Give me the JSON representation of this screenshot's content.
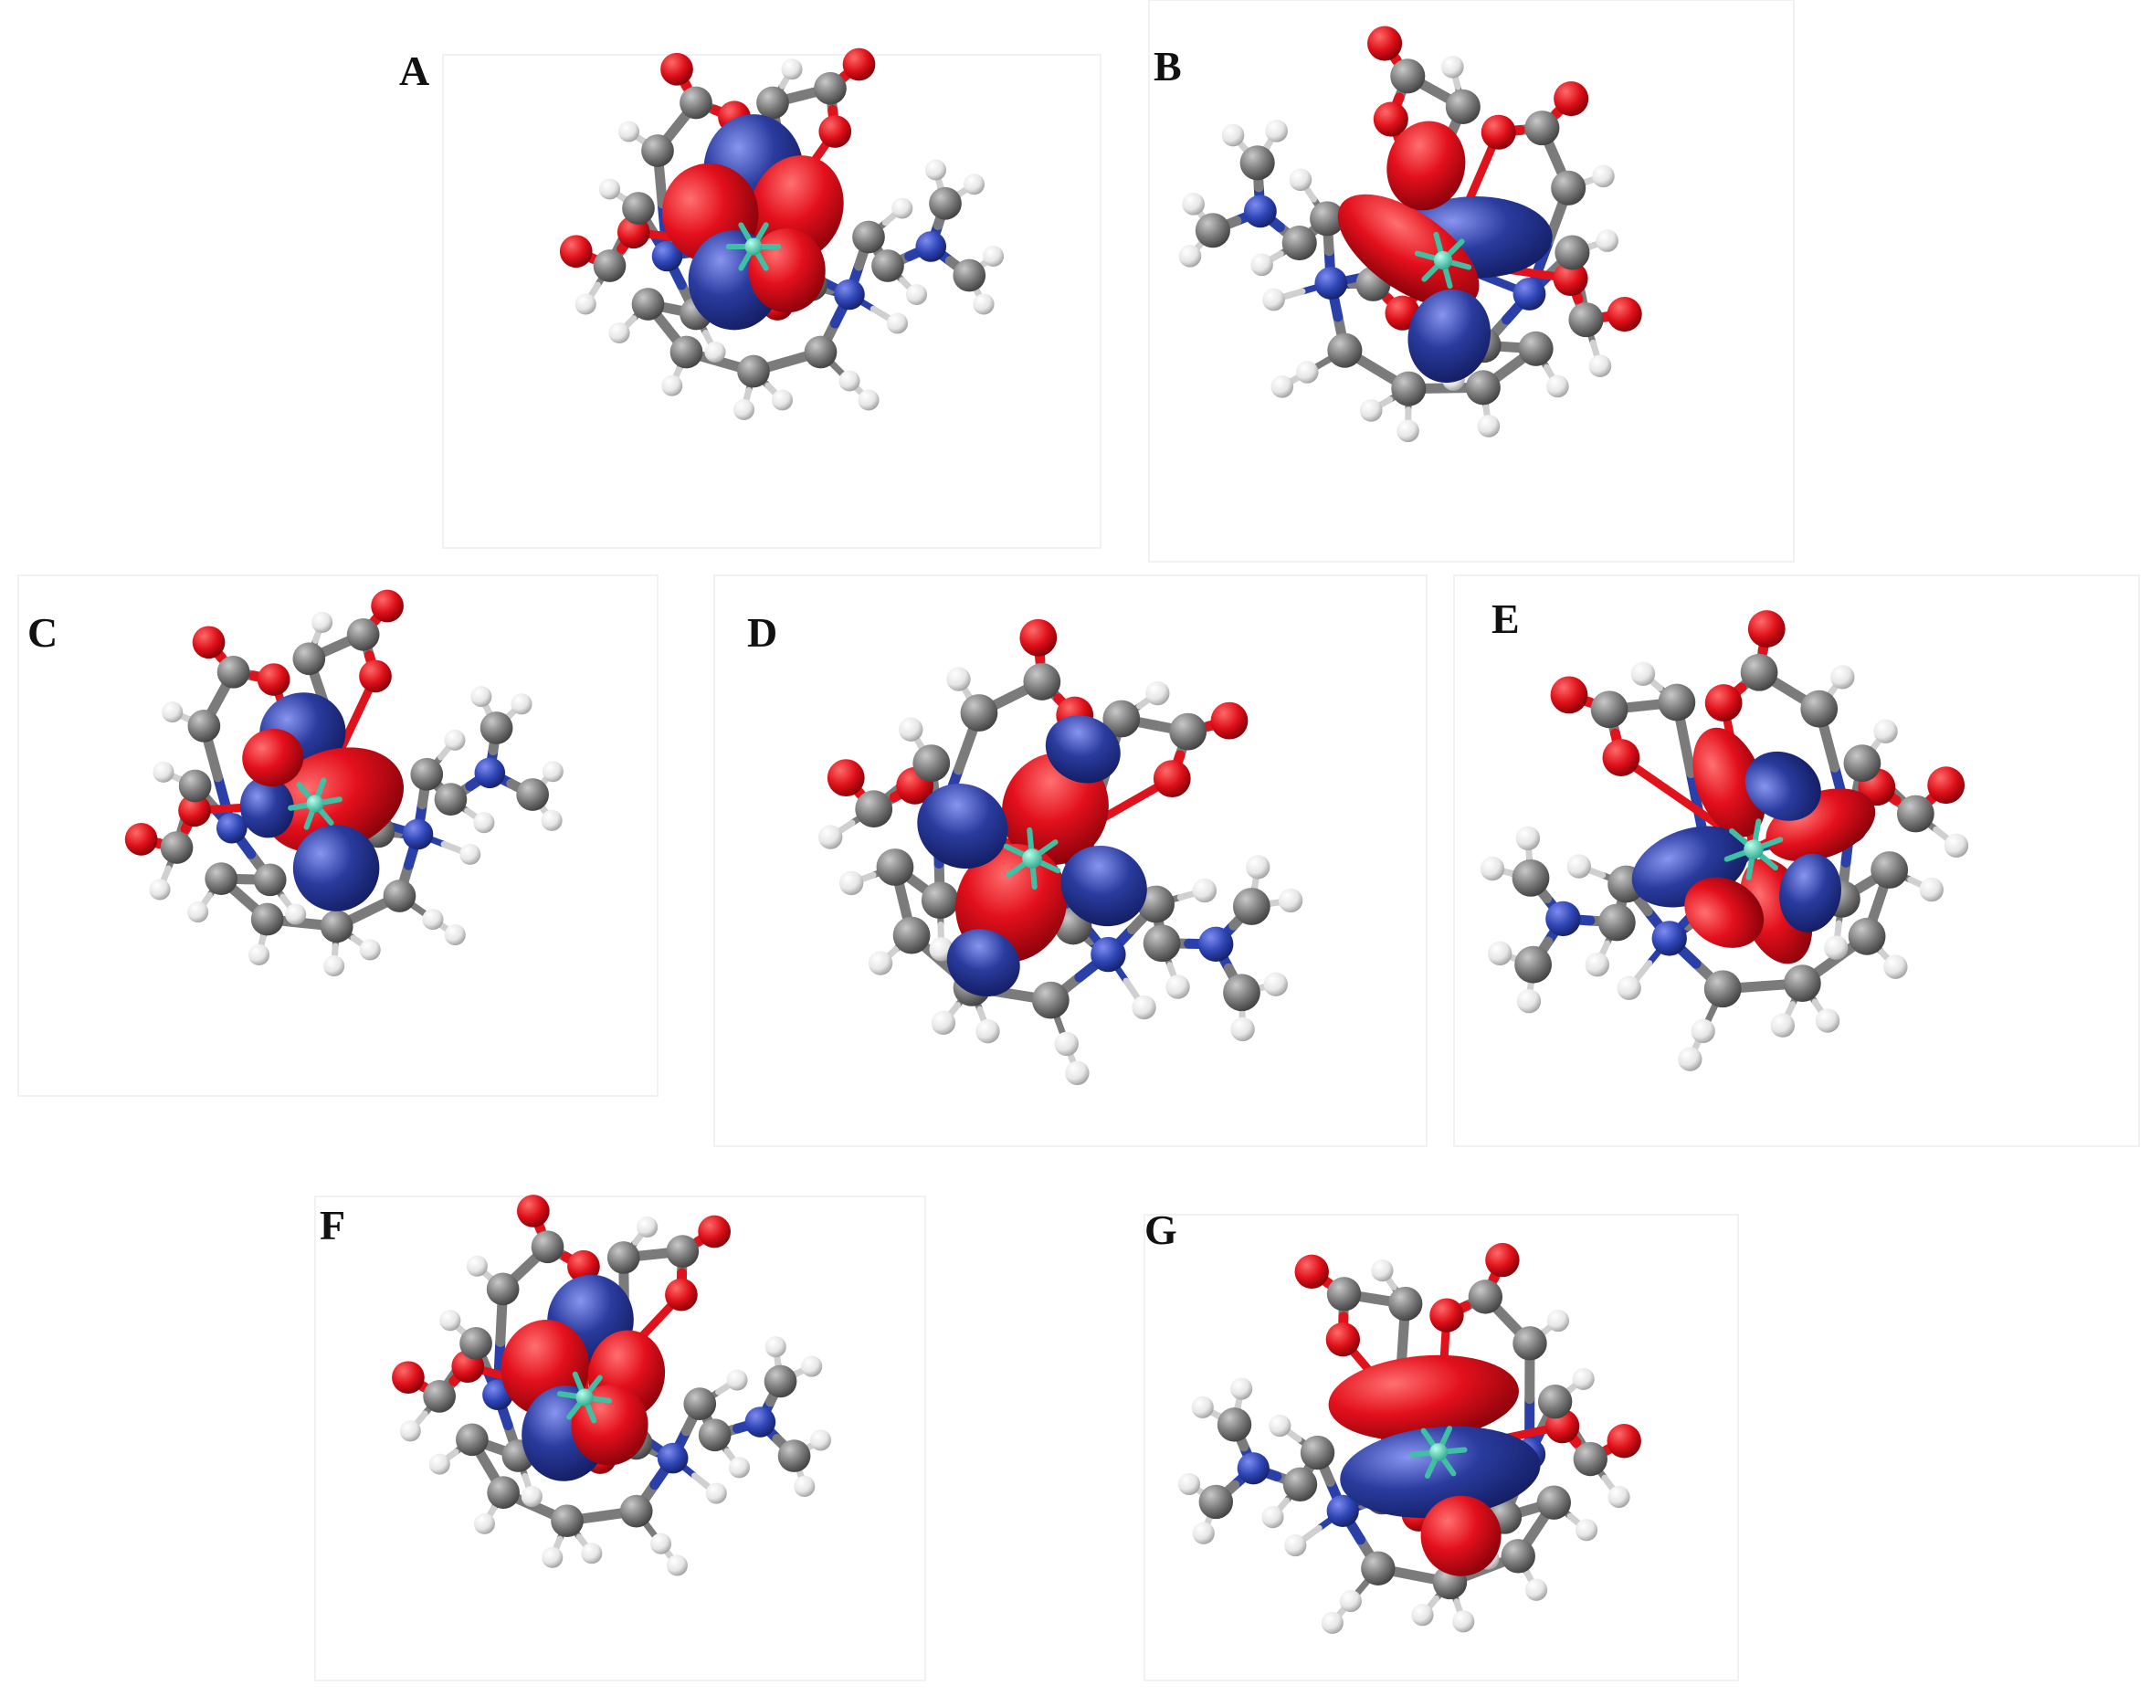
{
  "figure": {
    "panels": [
      {
        "id": "A",
        "label": "A"
      },
      {
        "id": "B",
        "label": "B"
      },
      {
        "id": "C",
        "label": "C"
      },
      {
        "id": "D",
        "label": "D"
      },
      {
        "id": "E",
        "label": "E"
      },
      {
        "id": "F",
        "label": "F"
      },
      {
        "id": "G",
        "label": "G"
      }
    ]
  },
  "colors": {
    "carbon": "#7b7b7b",
    "hydrogen": "#ededed",
    "oxygen": "#e0121c",
    "nitrogen": "#2a3fa8",
    "metal": "#3fc0a4",
    "orbital_positive": "#e3101c",
    "orbital_negative": "#2a3b9e"
  }
}
